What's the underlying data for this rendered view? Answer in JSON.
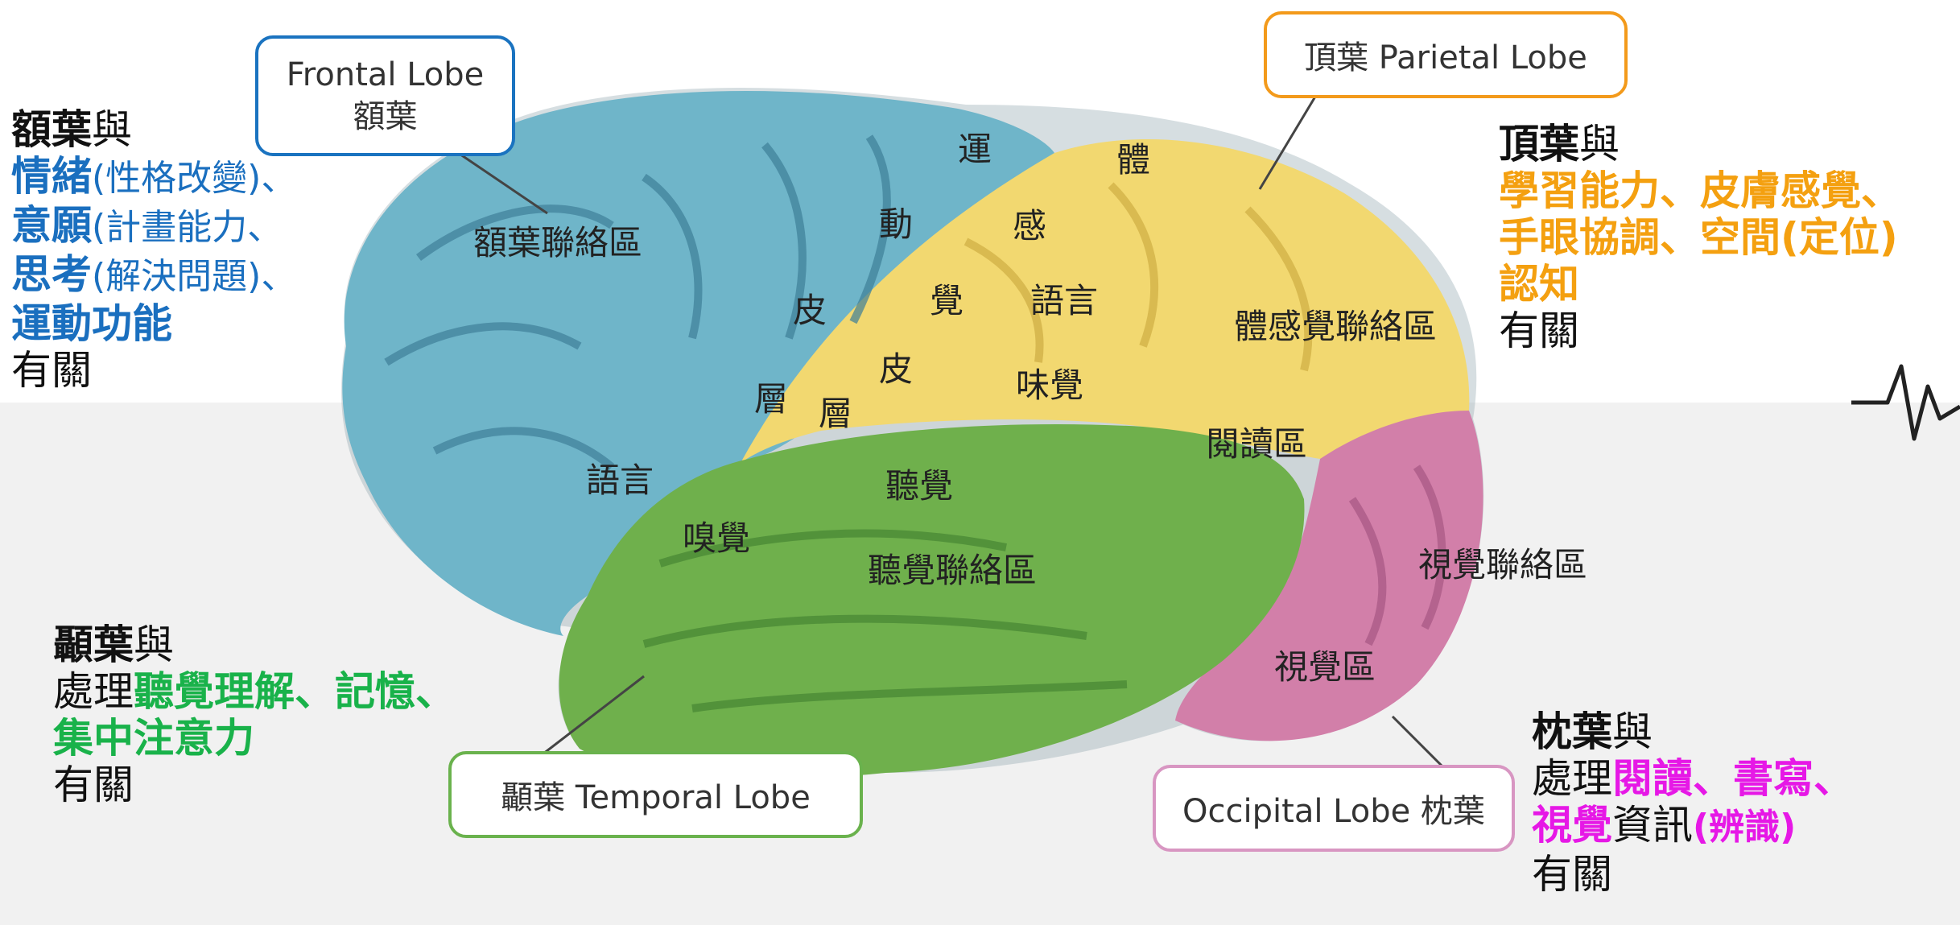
{
  "lobes": {
    "frontal": {
      "box_en": "Frontal Lobe",
      "box_zh": "額葉",
      "desc": {
        "title": "額葉",
        "title_suffix": "與",
        "item1": "情緒",
        "item1_note": "(性格改變)、",
        "item2": "意願",
        "item2_note": "(計畫能力、",
        "item3": "思考",
        "item3_note": "(解決問題)、",
        "item4": "運動功能",
        "tail": "有關"
      },
      "color": "#1a6fbf"
    },
    "parietal": {
      "box": "頂葉  Parietal Lobe",
      "desc": {
        "title": "頂葉",
        "title_suffix": "與",
        "line1": "學習能力、皮膚感覺、",
        "line2": "手眼協調、空間(定位)",
        "line3": "認知",
        "tail": "有關"
      },
      "color": "#f4a010"
    },
    "temporal": {
      "box": "顳葉  Temporal Lobe",
      "desc": {
        "title": "顳葉",
        "title_suffix": "與",
        "prefix": "處理",
        "line1": "聽覺理解、記憶、",
        "line2": "集中注意力",
        "tail": "有關"
      },
      "color": "#19b24a"
    },
    "occipital": {
      "box": "Occipital Lobe  枕葉",
      "desc": {
        "title": "枕葉",
        "title_suffix": "與",
        "prefix": "處理",
        "line1": "閱讀、書寫、",
        "line2a": "視覺",
        "line2b": "資訊",
        "line2c": "(辨識)",
        "tail": "有關"
      },
      "color": "#e618e6"
    }
  },
  "brain_labels": {
    "frontal_assoc": "額葉聯絡區",
    "motor1": "運",
    "motor2": "動",
    "motor3": "皮",
    "motor4": "層",
    "sensory1": "體",
    "sensory2": "感",
    "sensory3": "覺",
    "sensory4": "皮",
    "sensory5": "層",
    "language_upper": "語言",
    "taste": "味覺",
    "somato_assoc": "體感覺聯絡區",
    "reading": "閱讀區",
    "language_lower": "語言",
    "smell": "嗅覺",
    "hearing": "聽覺",
    "auditory_assoc": "聽覺聯絡區",
    "visual_assoc": "視覺聯絡區",
    "visual": "視覺區"
  },
  "colors": {
    "frontal_fill": "#6fb5c9",
    "parietal_fill": "#f2d870",
    "temporal_fill": "#6fb04c",
    "occipital_fill": "#d27fa9",
    "frontal_border": "#1a73c0",
    "parietal_border": "#f39a1b",
    "temporal_border": "#6ab24d",
    "occipital_border": "#d896c2"
  },
  "icons": [
    "pulse-icon"
  ]
}
